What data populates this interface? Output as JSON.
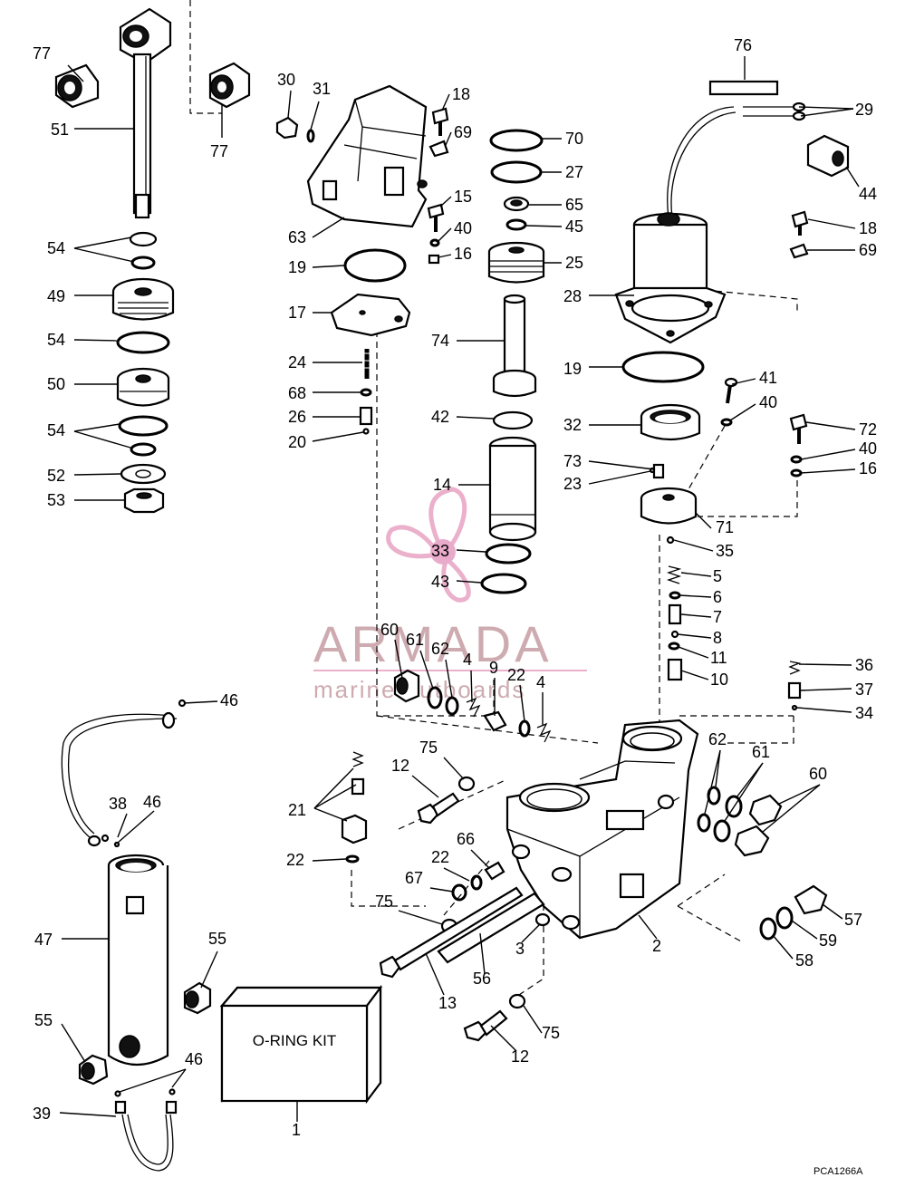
{
  "diagram": {
    "kit_label": "O-RING KIT",
    "figure_code": "PCA1266A",
    "watermark": {
      "brand": "ARMADA",
      "tagline": "marine outboards"
    },
    "callouts": [
      {
        "id": "c1",
        "text": "77"
      },
      {
        "id": "c2",
        "text": "51"
      },
      {
        "id": "c3",
        "text": "77"
      },
      {
        "id": "c4",
        "text": "54"
      },
      {
        "id": "c5",
        "text": "49"
      },
      {
        "id": "c6",
        "text": "54"
      },
      {
        "id": "c7",
        "text": "50"
      },
      {
        "id": "c8",
        "text": "54"
      },
      {
        "id": "c9",
        "text": "52"
      },
      {
        "id": "c10",
        "text": "53"
      },
      {
        "id": "c11",
        "text": "30"
      },
      {
        "id": "c12",
        "text": "31"
      },
      {
        "id": "c13",
        "text": "63"
      },
      {
        "id": "c14",
        "text": "19"
      },
      {
        "id": "c15",
        "text": "17"
      },
      {
        "id": "c16",
        "text": "24"
      },
      {
        "id": "c17",
        "text": "68"
      },
      {
        "id": "c18",
        "text": "26"
      },
      {
        "id": "c19",
        "text": "20"
      },
      {
        "id": "c20",
        "text": "18"
      },
      {
        "id": "c21",
        "text": "69"
      },
      {
        "id": "c22",
        "text": "15"
      },
      {
        "id": "c23",
        "text": "40"
      },
      {
        "id": "c24",
        "text": "16"
      },
      {
        "id": "c25",
        "text": "70"
      },
      {
        "id": "c26",
        "text": "27"
      },
      {
        "id": "c27",
        "text": "65"
      },
      {
        "id": "c28",
        "text": "45"
      },
      {
        "id": "c29",
        "text": "25"
      },
      {
        "id": "c30",
        "text": "74"
      },
      {
        "id": "c31",
        "text": "42"
      },
      {
        "id": "c32",
        "text": "14"
      },
      {
        "id": "c33",
        "text": "33"
      },
      {
        "id": "c34",
        "text": "43"
      },
      {
        "id": "c35",
        "text": "76"
      },
      {
        "id": "c36",
        "text": "29"
      },
      {
        "id": "c37",
        "text": "44"
      },
      {
        "id": "c38",
        "text": "18"
      },
      {
        "id": "c39",
        "text": "69"
      },
      {
        "id": "c40",
        "text": "28"
      },
      {
        "id": "c41",
        "text": "19"
      },
      {
        "id": "c42",
        "text": "41"
      },
      {
        "id": "c43",
        "text": "40"
      },
      {
        "id": "c44",
        "text": "32"
      },
      {
        "id": "c45",
        "text": "72"
      },
      {
        "id": "c46",
        "text": "40"
      },
      {
        "id": "c47",
        "text": "16"
      },
      {
        "id": "c48",
        "text": "73"
      },
      {
        "id": "c49",
        "text": "23"
      },
      {
        "id": "c50",
        "text": "71"
      },
      {
        "id": "c51",
        "text": "35"
      },
      {
        "id": "c52",
        "text": "5"
      },
      {
        "id": "c53",
        "text": "6"
      },
      {
        "id": "c54",
        "text": "7"
      },
      {
        "id": "c55",
        "text": "8"
      },
      {
        "id": "c56",
        "text": "11"
      },
      {
        "id": "c57",
        "text": "10"
      },
      {
        "id": "c58",
        "text": "36"
      },
      {
        "id": "c59",
        "text": "37"
      },
      {
        "id": "c60",
        "text": "34"
      },
      {
        "id": "c61",
        "text": "60"
      },
      {
        "id": "c62",
        "text": "61"
      },
      {
        "id": "c63",
        "text": "62"
      },
      {
        "id": "c64",
        "text": "4"
      },
      {
        "id": "c65",
        "text": "9"
      },
      {
        "id": "c66",
        "text": "22"
      },
      {
        "id": "c67",
        "text": "4"
      },
      {
        "id": "c68",
        "text": "46"
      },
      {
        "id": "c69",
        "text": "75"
      },
      {
        "id": "c70",
        "text": "12"
      },
      {
        "id": "c71",
        "text": "21"
      },
      {
        "id": "c72",
        "text": "22"
      },
      {
        "id": "c73",
        "text": "38"
      },
      {
        "id": "c74",
        "text": "46"
      },
      {
        "id": "c75",
        "text": "66"
      },
      {
        "id": "c76",
        "text": "22"
      },
      {
        "id": "c77",
        "text": "67"
      },
      {
        "id": "c78",
        "text": "75"
      },
      {
        "id": "c79",
        "text": "62"
      },
      {
        "id": "c80",
        "text": "61"
      },
      {
        "id": "c81",
        "text": "60"
      },
      {
        "id": "c82",
        "text": "47"
      },
      {
        "id": "c83",
        "text": "55"
      },
      {
        "id": "c84",
        "text": "3"
      },
      {
        "id": "c85",
        "text": "2"
      },
      {
        "id": "c86",
        "text": "57"
      },
      {
        "id": "c87",
        "text": "59"
      },
      {
        "id": "c88",
        "text": "58"
      },
      {
        "id": "c89",
        "text": "56"
      },
      {
        "id": "c90",
        "text": "13"
      },
      {
        "id": "c91",
        "text": "55"
      },
      {
        "id": "c92",
        "text": "75"
      },
      {
        "id": "c93",
        "text": "12"
      },
      {
        "id": "c94",
        "text": "46"
      },
      {
        "id": "c95",
        "text": "39"
      },
      {
        "id": "c96",
        "text": "1"
      }
    ]
  }
}
